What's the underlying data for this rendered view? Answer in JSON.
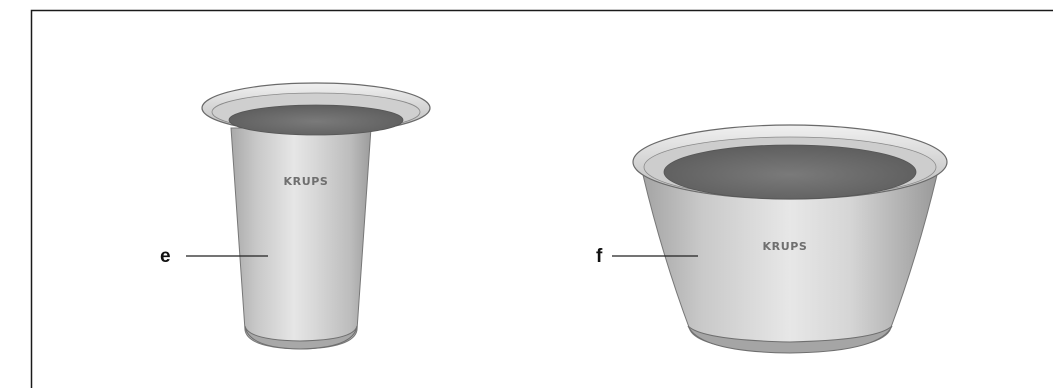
{
  "figure": {
    "parts": [
      {
        "id": "tall-cup",
        "callout": "e",
        "brand": "KRUPS"
      },
      {
        "id": "wide-bowl",
        "callout": "f",
        "brand": "KRUPS"
      }
    ],
    "colors": {
      "frame": "#1a1a1a",
      "metal_light": "#e2e2e2",
      "metal_mid": "#bdbdbd",
      "metal_dark": "#8f8f8f",
      "interior": "#6a6a6a",
      "leader_line": "#222222"
    }
  }
}
